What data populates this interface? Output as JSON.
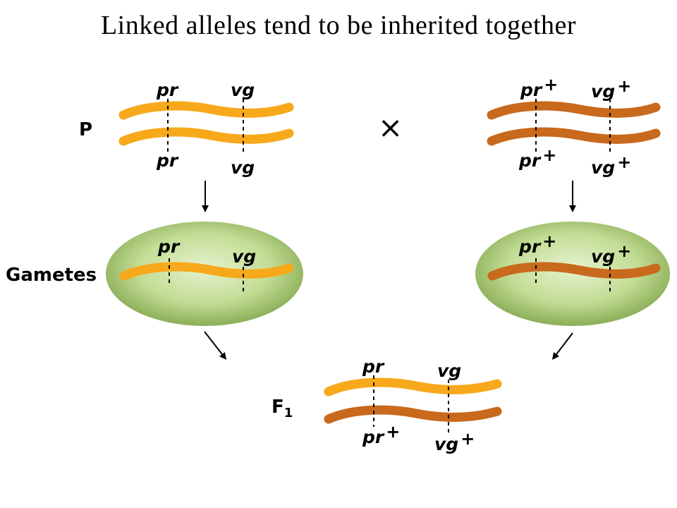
{
  "title": "Linked alleles tend to be inherited together",
  "colors": {
    "mutant_chromosome": "#f7a81b",
    "wildtype_chromosome": "#c8691c",
    "gamete_fill_center": "#d9ebb8",
    "gamete_fill_edge": "#7ea34a"
  },
  "labels": {
    "parental": "P",
    "gametes": "Gametes",
    "f1_base": "F",
    "f1_sub": "1",
    "cross": "×"
  },
  "alleles": {
    "pr": "pr",
    "vg": "vg",
    "plus": "+"
  }
}
